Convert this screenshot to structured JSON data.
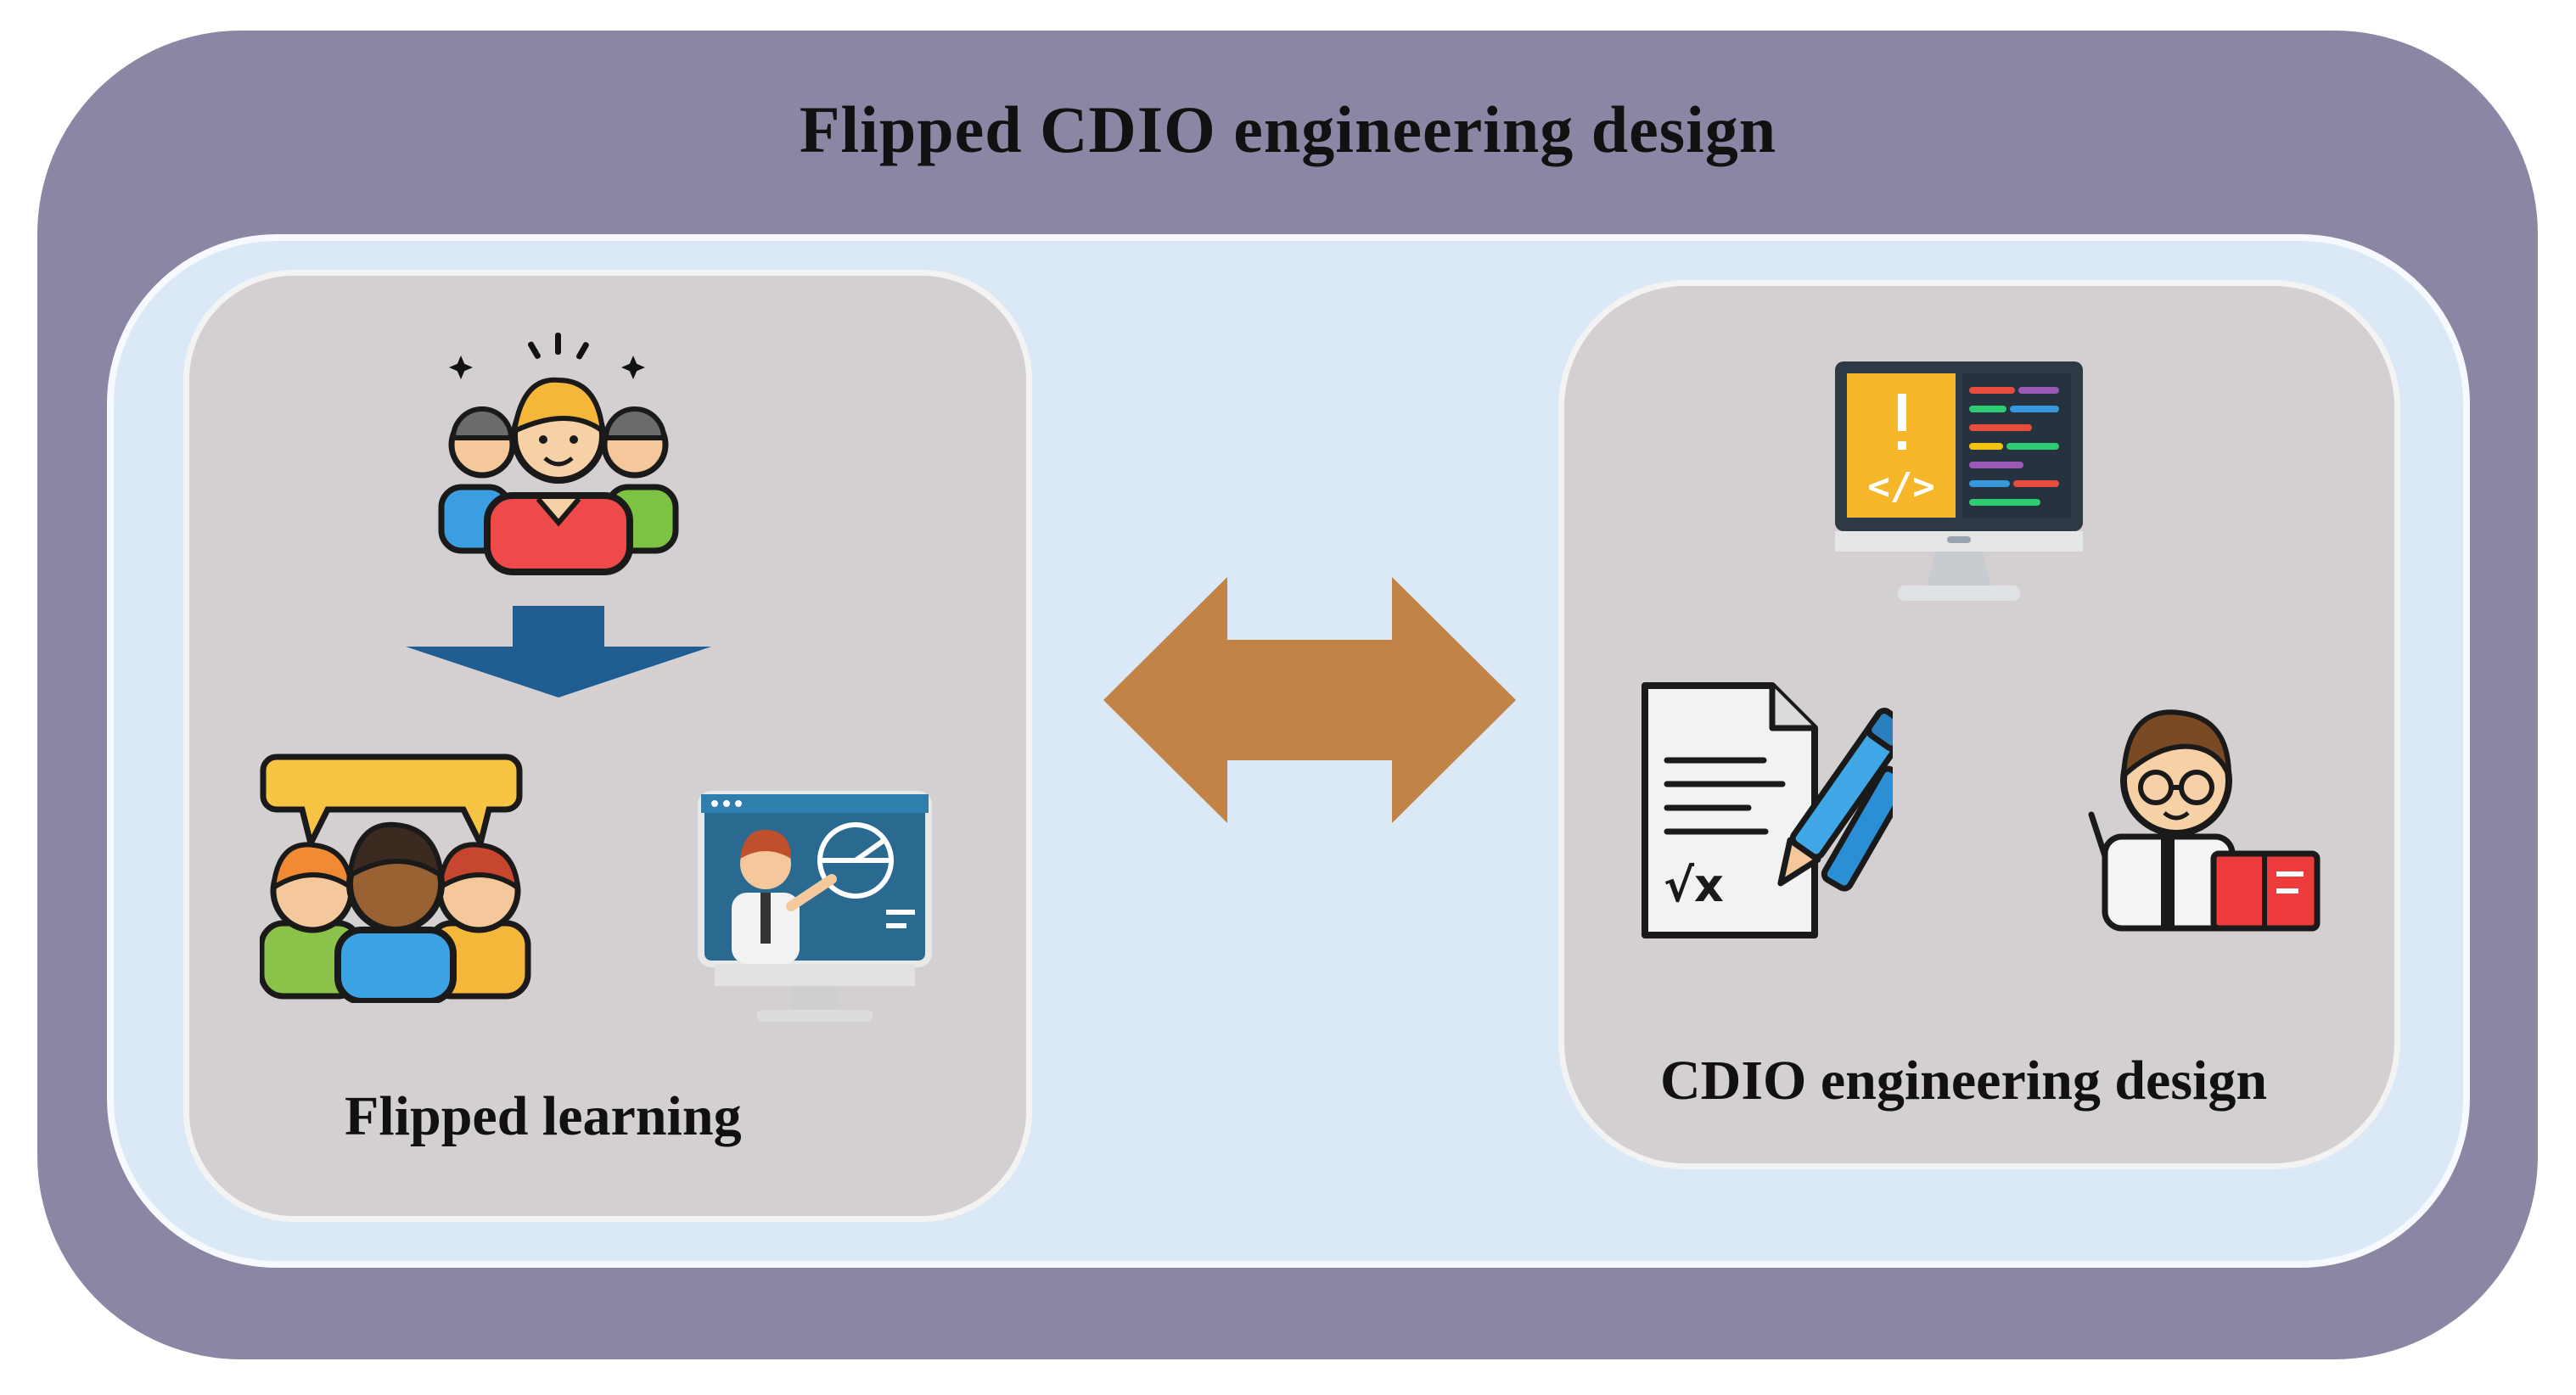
{
  "diagram": {
    "title": "Flipped CDIO engineering design",
    "left_panel": {
      "label": "Flipped learning",
      "icons": [
        "group-of-people-icon",
        "down-arrow-icon",
        "discussion-group-icon",
        "online-lecture-icon"
      ]
    },
    "right_panel": {
      "label": "CDIO engineering design",
      "icons": [
        "coding-monitor-icon",
        "document-with-pen-icon",
        "teacher-with-book-icon"
      ]
    },
    "connector": "bidirectional-arrow-icon",
    "colors": {
      "outer_frame": "#8a86a3",
      "inner_background": "#dbe8f5",
      "panel_background": "#d4d0d1",
      "connector_arrow": "#c28446",
      "down_arrow": "#1f5d93"
    }
  }
}
